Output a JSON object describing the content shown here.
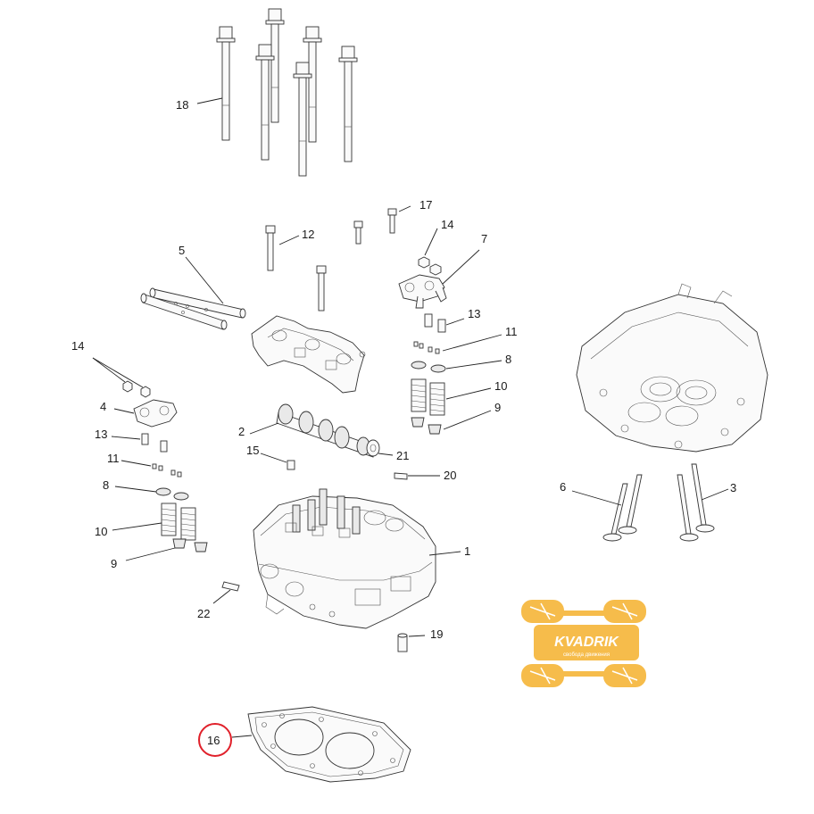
{
  "diagram": {
    "labels": {
      "l18": "18",
      "l17": "17",
      "l12": "12",
      "l14a": "14",
      "l7": "7",
      "l5": "5",
      "l13a": "13",
      "l11a": "11",
      "l8a": "8",
      "l10a": "10",
      "l9a": "9",
      "l14b": "14",
      "l4": "4",
      "l2": "2",
      "l21": "21",
      "l13b": "13",
      "l15": "15",
      "l20": "20",
      "l11b": "11",
      "l8b": "8",
      "l10b": "10",
      "l9b": "9",
      "l6": "6",
      "l3": "3",
      "l1": "1",
      "l22": "22",
      "l19": "19",
      "l16": "16"
    },
    "highlight_color": "#e0202a",
    "logo": {
      "text": "KVADRIK",
      "subtext": "свобода движения",
      "color": "#f6b73c"
    }
  }
}
